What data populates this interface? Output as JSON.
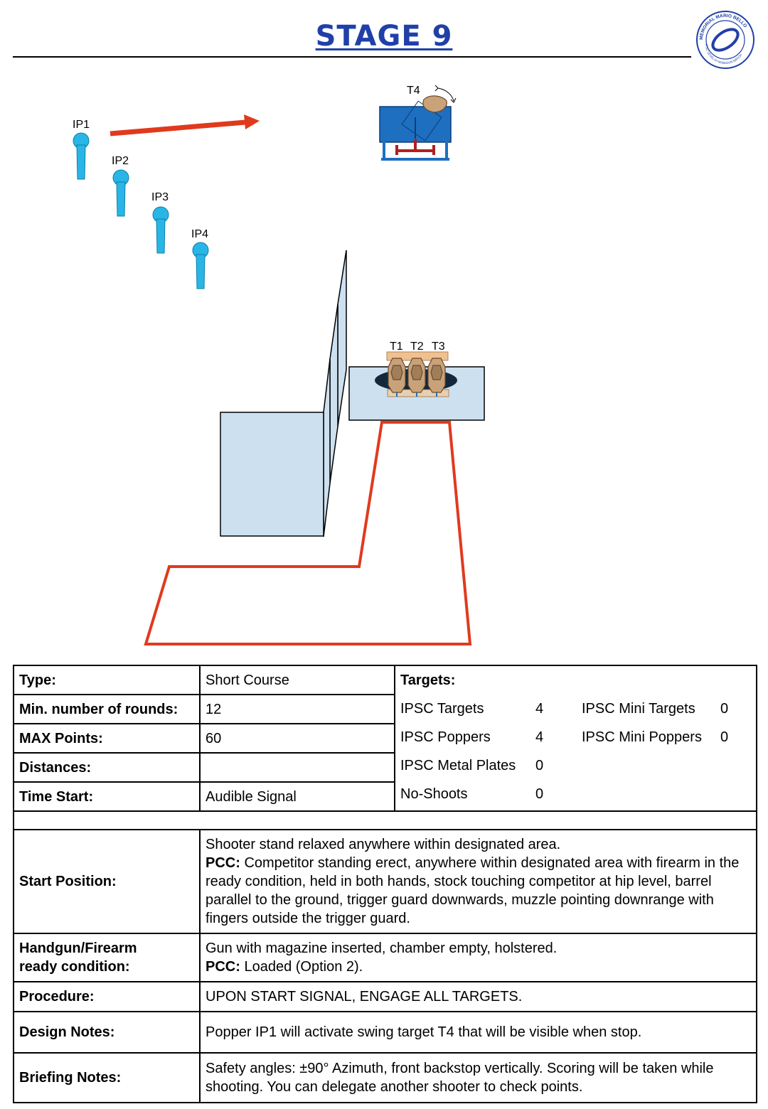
{
  "title": "STAGE 9",
  "logo": {
    "ring_text": "MEMORIAL MARIO BELLO",
    "inner_text": "IPSC LEVEL III HANDGUN MATCH"
  },
  "diagram": {
    "labels": {
      "ip1": "IP1",
      "ip2": "IP2",
      "ip3": "IP3",
      "ip4": "IP4",
      "t1": "T1",
      "t2": "T2",
      "t3": "T3",
      "t4": "T4"
    },
    "colors": {
      "popper": "#29b6e6",
      "fault_line": "#e03a1e",
      "wall": "#cde0f0",
      "swinger_frame": "#1e6fc0",
      "target": "#c9a27a"
    }
  },
  "table": {
    "type_label": "Type:",
    "type_value": "Short Course",
    "rounds_label": "Min. number of rounds:",
    "rounds_value": "12",
    "points_label": "MAX Points:",
    "points_value": "60",
    "distances_label": "Distances:",
    "distances_value": "",
    "time_label": "Time Start:",
    "time_value": "Audible Signal",
    "targets_label": "Targets:",
    "targets": {
      "ipsc_targets_label": "IPSC Targets",
      "ipsc_targets_value": "4",
      "ipsc_mini_targets_label": "IPSC Mini Targets",
      "ipsc_mini_targets_value": "0",
      "ipsc_poppers_label": "IPSC Poppers",
      "ipsc_poppers_value": "4",
      "ipsc_mini_poppers_label": "IPSC Mini Poppers",
      "ipsc_mini_poppers_value": "0",
      "metal_plates_label": "IPSC Metal Plates",
      "metal_plates_value": "0",
      "no_shoots_label": "No-Shoots",
      "no_shoots_value": "0"
    },
    "start_position_label": "Start Position:",
    "start_position_line1": "Shooter stand relaxed anywhere within designated area.",
    "start_position_pcc_label": "PCC:",
    "start_position_pcc_text": " Competitor standing erect, anywhere within designated area with firearm in the ready condition, held in both hands, stock touching competitor at hip level, barrel parallel to the ground, trigger guard downwards, muzzle pointing downrange with fingers outside the trigger guard.",
    "ready_label_line1": "Handgun/Firearm",
    "ready_label_line2": "ready condition:",
    "ready_line1": "Gun with magazine inserted, chamber empty, holstered.",
    "ready_pcc_label": "PCC:",
    "ready_pcc_text": " Loaded (Option 2).",
    "procedure_label": "Procedure:",
    "procedure_value": "UPON START SIGNAL, ENGAGE ALL TARGETS.",
    "design_label": "Design Notes:",
    "design_value": "Popper IP1 will activate swing target T4 that will be visible when stop.",
    "briefing_label": "Briefing Notes:",
    "briefing_value": "Safety angles: ±90° Azimuth, front backstop vertically. Scoring will be taken while shooting. You can delegate another shooter to check points."
  }
}
